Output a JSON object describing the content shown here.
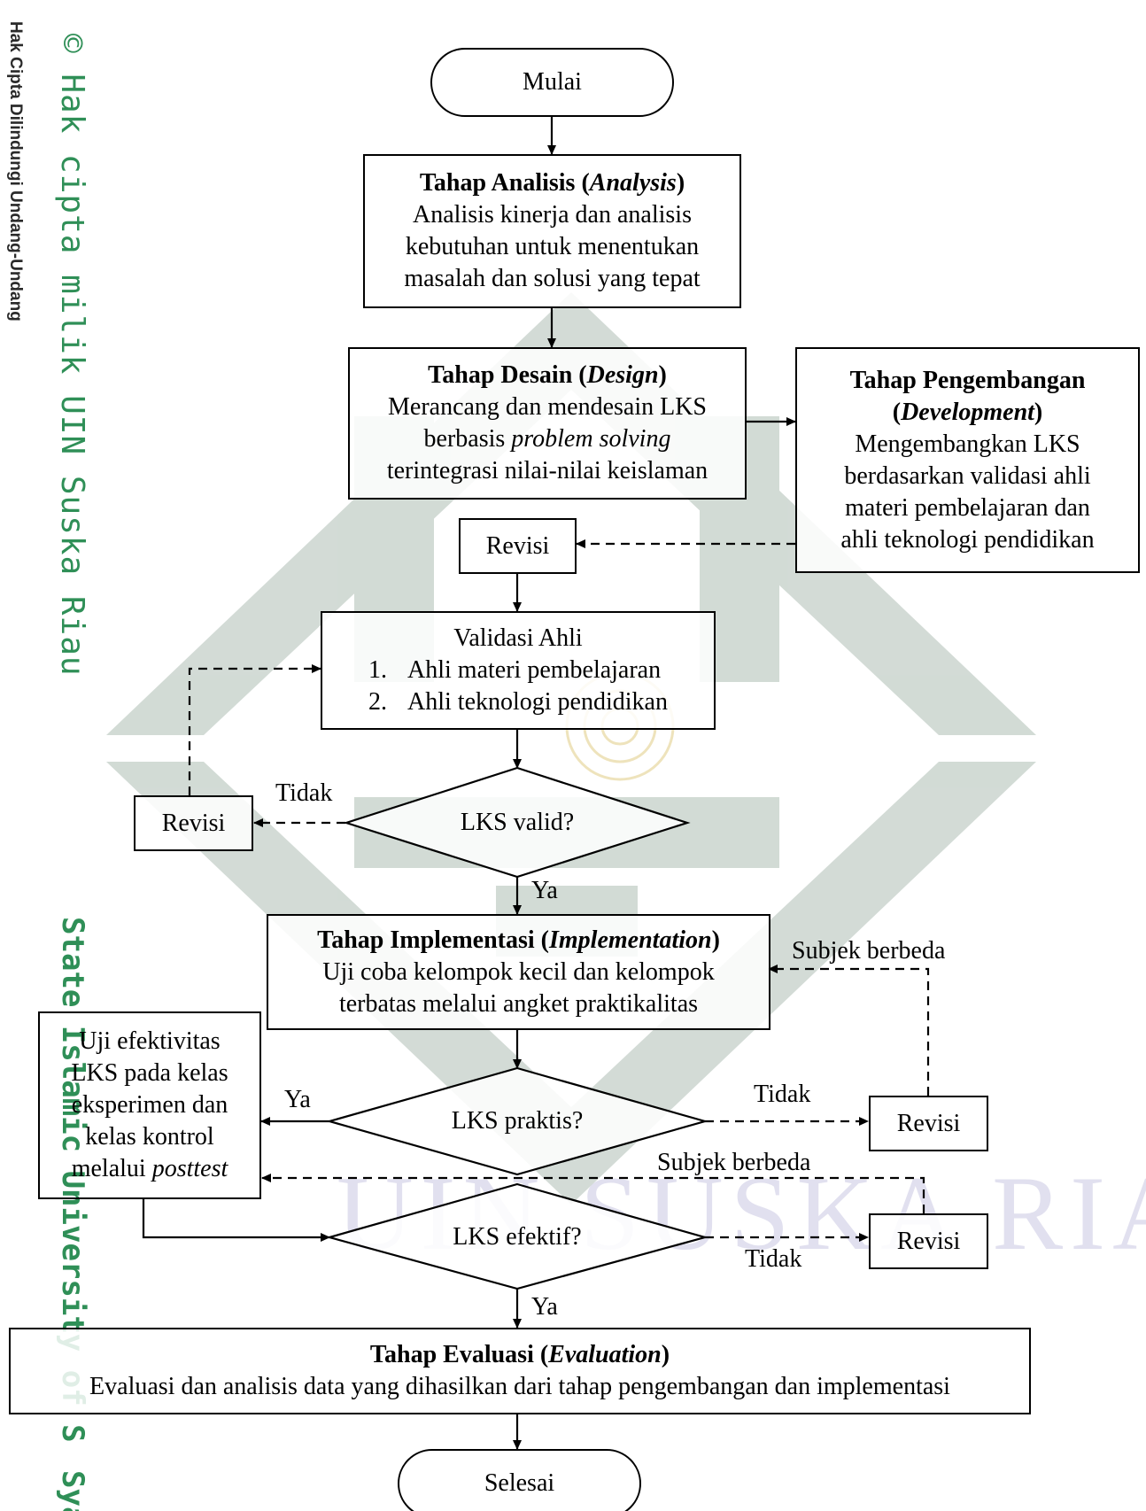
{
  "watermark": {
    "copyright_notice": "Hak Cipta Dilindungi Undang-Undang",
    "owner_line": "© Hak cipta milik UIN Suska Riau",
    "university_line": "State Islamic University of S",
    "university_line_2": "Syarif",
    "background_text": "UIN SUSKA RIAU"
  },
  "colors": {
    "watermark_green": "#2f8f57",
    "watermark_logo": "#b9c5bd",
    "watermark_text": "#c9c7e2"
  },
  "flowchart": {
    "start": "Mulai",
    "analysis": {
      "title": "Tahap Analisis",
      "title_en": "Analysis",
      "lines": [
        "Analisis kinerja dan analisis",
        "kebutuhan untuk menentukan",
        "masalah dan solusi yang tepat"
      ]
    },
    "design": {
      "title": "Tahap Desain",
      "title_en": "Design",
      "line1": "Merancang dan mendesain LKS",
      "line2_a": "berbasis",
      "line2_b": "problem solving",
      "line3": "terintegrasi nilai-nilai keislaman"
    },
    "development": {
      "title": "Tahap Pengembangan",
      "title_en": "Development",
      "lines": [
        "Mengembangkan LKS",
        "berdasarkan validasi ahli",
        "materi pembelajaran dan",
        "ahli teknologi pendidikan"
      ]
    },
    "revisi_1": "Revisi",
    "validation": {
      "title": "Validasi Ahli",
      "items": [
        {
          "num": "1.",
          "text": "Ahli materi pembelajaran"
        },
        {
          "num": "2.",
          "text": "Ahli teknologi pendidikan"
        }
      ]
    },
    "decision_valid": "LKS valid?",
    "label_tidak_1": "Tidak",
    "revisi_2": "Revisi",
    "label_ya_1": "Ya",
    "implementation": {
      "title": "Tahap Implementasi",
      "title_en": "Implementation",
      "lines": [
        "Uji coba kelompok kecil dan kelompok",
        "terbatas melalui angket praktikalitas"
      ]
    },
    "label_subjek_1": "Subjek berbeda",
    "effectiveness": {
      "lines": [
        "Uji efektivitas",
        "LKS pada kelas",
        "eksperimen dan",
        "kelas kontrol"
      ],
      "last_a": "melalui",
      "last_b": "posttest"
    },
    "label_ya_2": "Ya",
    "decision_praktis": "LKS praktis?",
    "label_tidak_2": "Tidak",
    "revisi_3": "Revisi",
    "label_subjek_2": "Subjek berbeda",
    "decision_efektif": "LKS efektif?",
    "revisi_4": "Revisi",
    "label_tidak_3": "Tidak",
    "label_ya_3": "Ya",
    "evaluation": {
      "title": "Tahap Evaluasi",
      "title_en": "Evaluation",
      "line": "Evaluasi dan analisis data yang dihasilkan dari tahap pengembangan dan implementasi"
    },
    "end": "Selesai"
  }
}
